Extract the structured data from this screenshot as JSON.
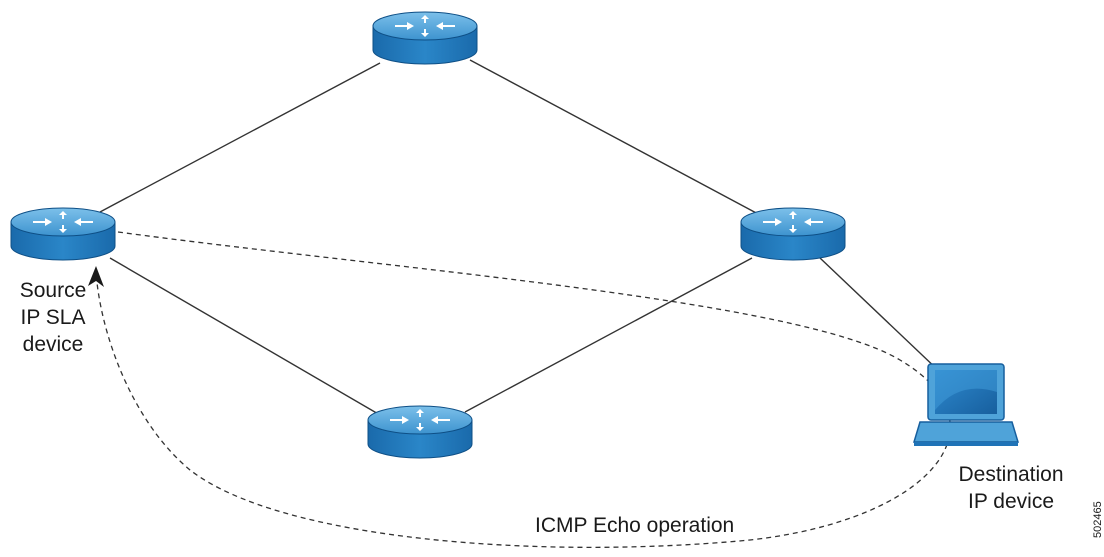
{
  "labels": {
    "source_line1": "Source",
    "source_line2": "IP SLA",
    "source_line3": "device",
    "destination_line1": "Destination",
    "destination_line2": "IP device",
    "icmp_operation": "ICMP Echo operation",
    "figure_number": "502465"
  },
  "nodes": [
    {
      "id": "router-top",
      "icon": "router-icon"
    },
    {
      "id": "router-left",
      "icon": "router-icon"
    },
    {
      "id": "router-right",
      "icon": "router-icon"
    },
    {
      "id": "router-bottom",
      "icon": "router-icon"
    },
    {
      "id": "laptop",
      "icon": "laptop-icon"
    }
  ],
  "links": [
    {
      "from": "router-left",
      "to": "router-top"
    },
    {
      "from": "router-top",
      "to": "router-right"
    },
    {
      "from": "router-left",
      "to": "router-bottom"
    },
    {
      "from": "router-bottom",
      "to": "router-right"
    },
    {
      "from": "router-right",
      "to": "laptop"
    }
  ],
  "colors": {
    "router_top": "#4fa3d9",
    "router_body": "#1f73b7",
    "router_edge": "#0e4f86",
    "router_arrow": "#ffffff",
    "link": "#333333",
    "dashed_path": "#333333",
    "laptop_screen": "#1f73b7",
    "laptop_frame": "#4fa3d9"
  }
}
